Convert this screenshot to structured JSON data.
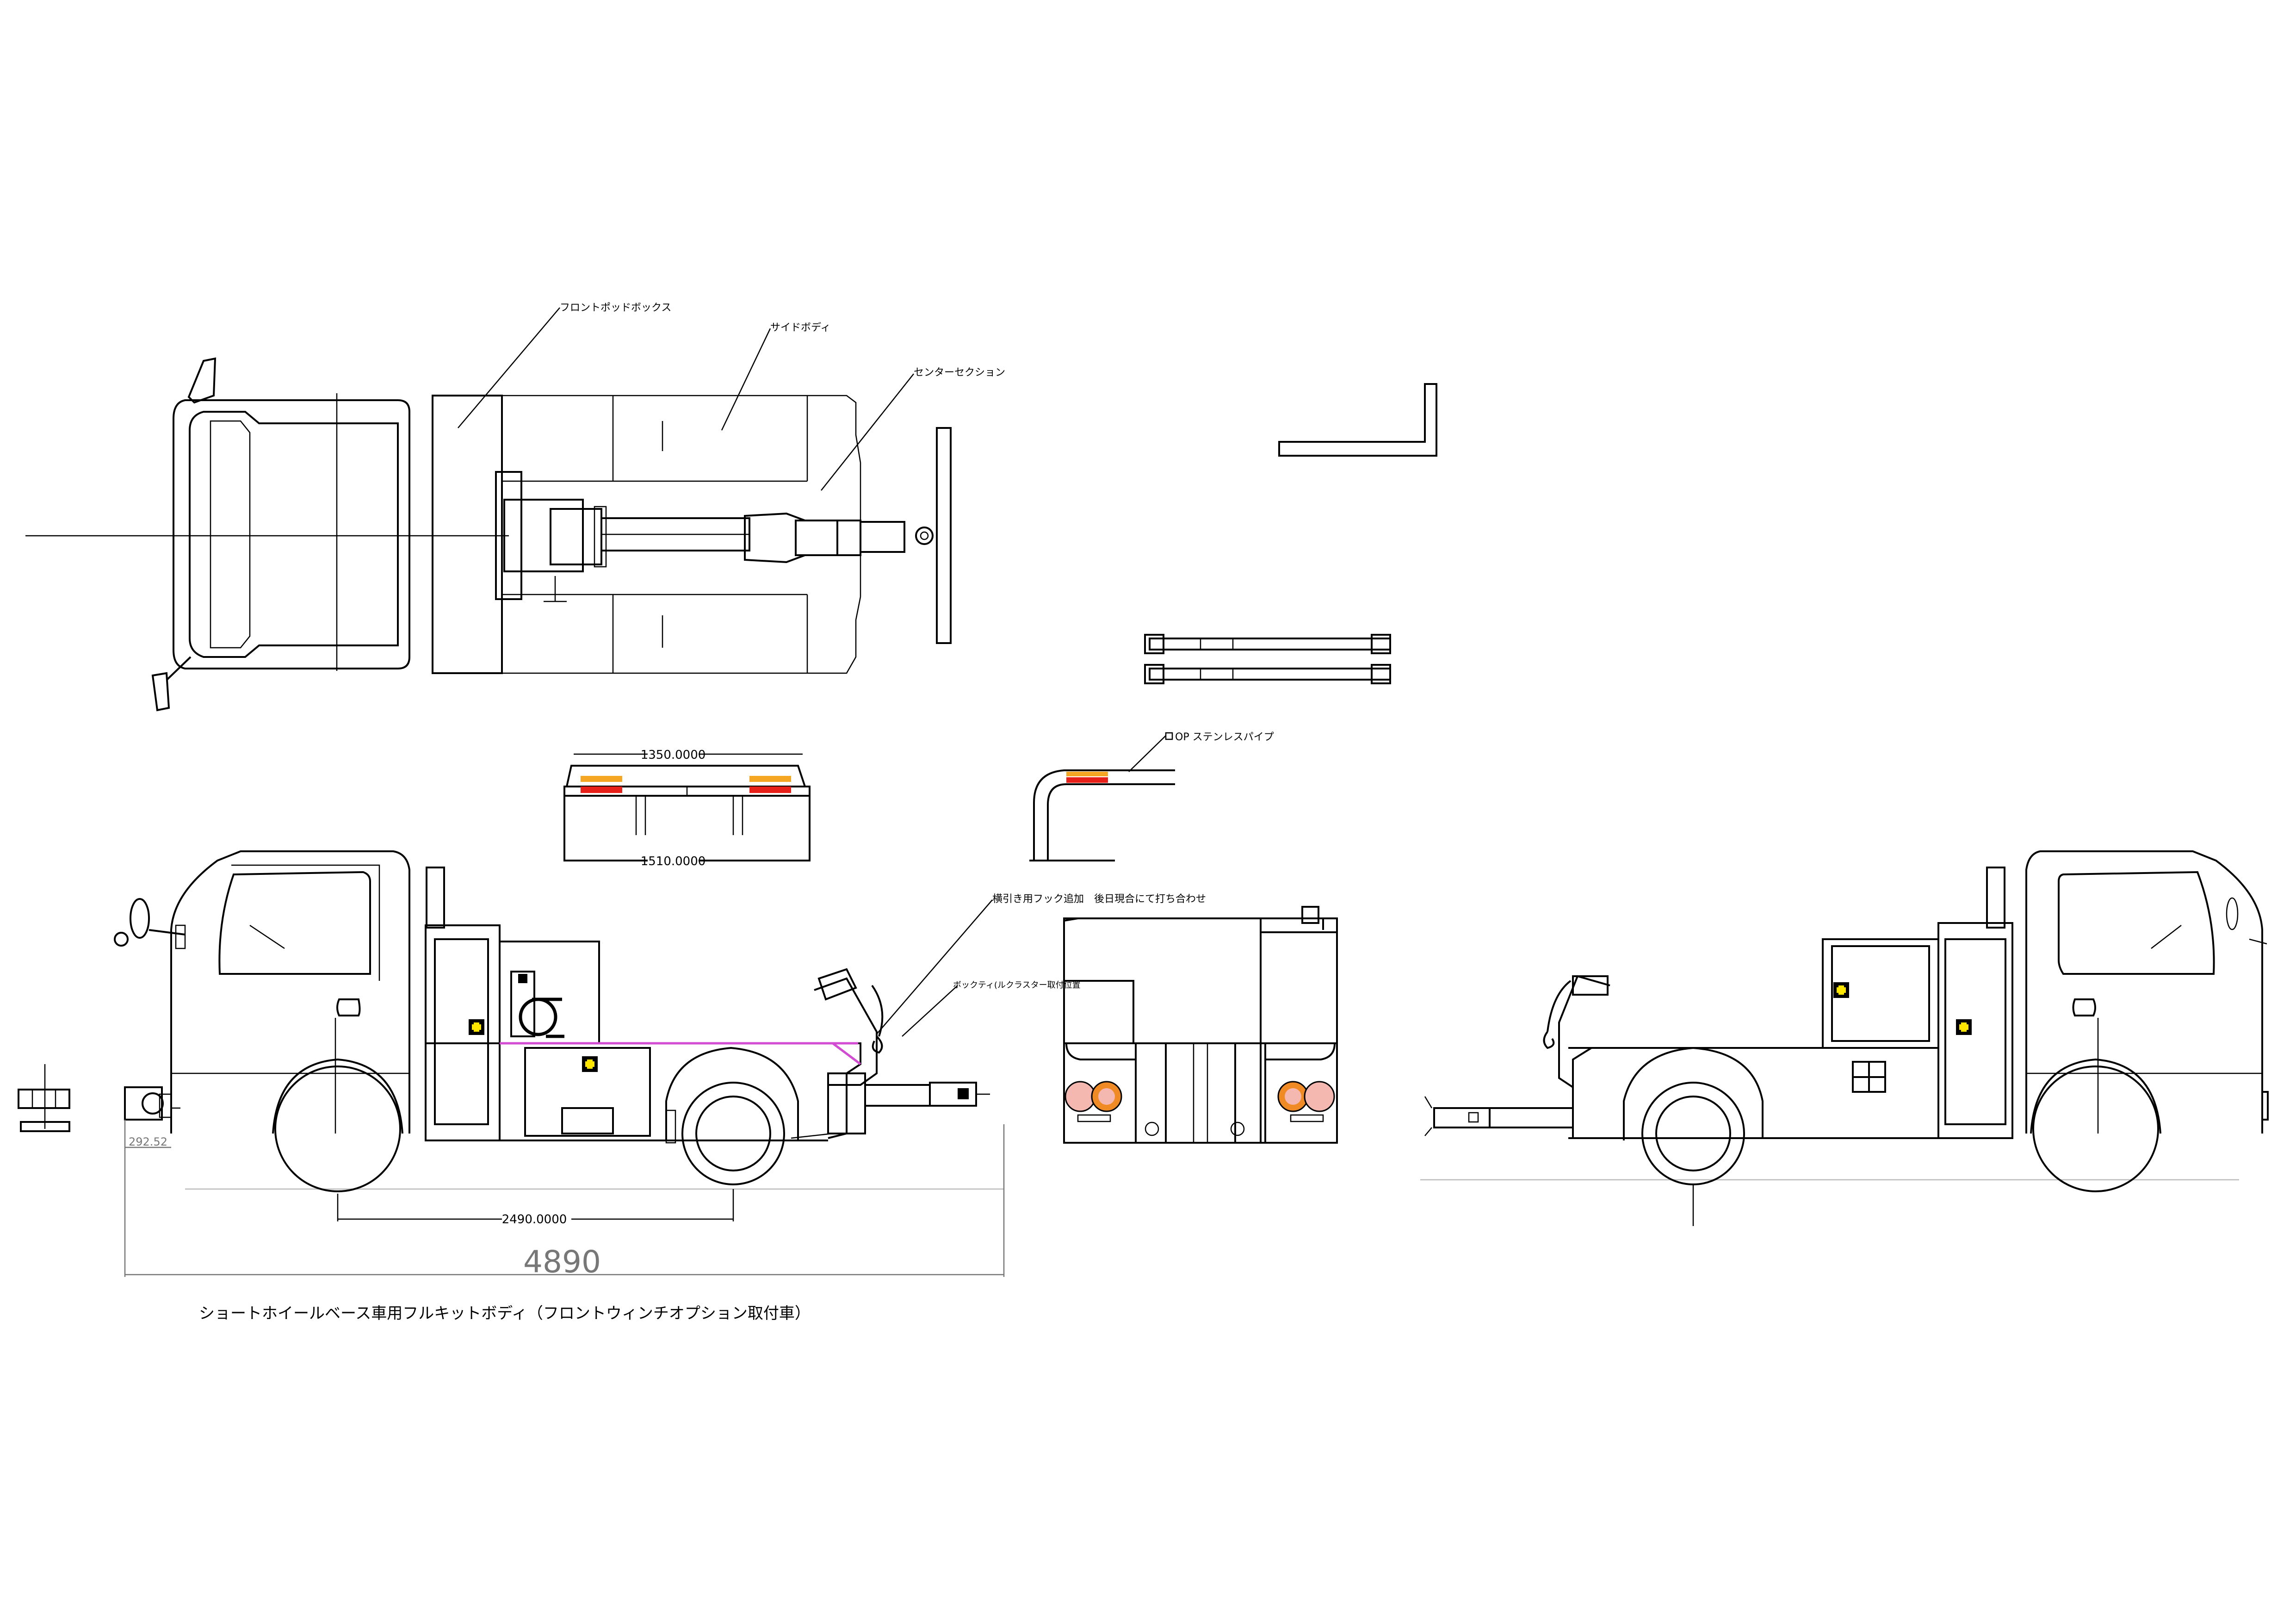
{
  "labels": {
    "front_pod_box": "フロントポッドボックス",
    "side_body": "サイドボディ",
    "center_section": "センターセクション",
    "hook_note": "横引き用フック追加　後日現合にて打ち合わせ",
    "box_cluster": "ボックティ(ルクラスター取付位置",
    "option_pipe": "OP  ステンレスパイプ",
    "caption": "ショートホイールベース車用フルキットボディ（フロントウィンチオプション取付車）"
  },
  "dimensions": {
    "top_width": "1350.0000",
    "bottom_width": "1510.0000",
    "wheelbase": "2490.0000",
    "overall_length": "4890",
    "front_overhang": "292.52"
  },
  "colors": {
    "line": "#000000",
    "dimension": "#777777",
    "reflector_red": "#e8201a",
    "reflector_amber": "#f5a623",
    "warning_yellow": "#ffe600",
    "highlight_magenta": "#d24bd2",
    "lamp_orange": "#f08a24",
    "lamp_pink": "#f4b8b0"
  }
}
